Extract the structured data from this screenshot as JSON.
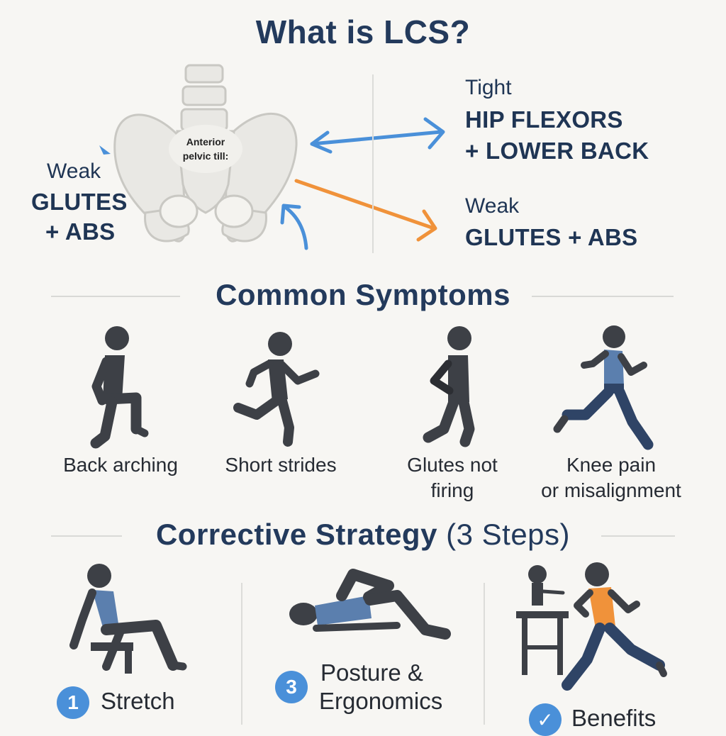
{
  "header": {
    "title": "What is LCS?"
  },
  "pelvis": {
    "label_line1": "Anterior",
    "label_line2": "pelvic till:"
  },
  "left_label": {
    "line1": "Weak",
    "line2": "GLUTES",
    "line3": "+ ABS"
  },
  "right_top": {
    "line1": "Tight",
    "line2": "HIP FLEXORS",
    "line3": "+ LOWER BACK"
  },
  "right_bottom": {
    "line1": "Weak",
    "line2": "GLUTES + ABS"
  },
  "symptoms": {
    "title": "Common Symptoms",
    "items": [
      {
        "line1": "Back arching",
        "line2": ""
      },
      {
        "line1": "Short strides",
        "line2": ""
      },
      {
        "line1": "Glutes not",
        "line2": "firing"
      },
      {
        "line1": "Knee pain",
        "line2": "or misalignment"
      }
    ]
  },
  "strategy": {
    "title_main": "Corrective Strategy",
    "title_sub": "(3 Steps)",
    "steps": [
      {
        "badge": "1",
        "line1": "Stretch",
        "line2": ""
      },
      {
        "badge": "3",
        "line1": "Posture &",
        "line2": "Ergonomics"
      },
      {
        "badge": "✓",
        "line1": "Benefits",
        "line2": ""
      }
    ]
  },
  "colors": {
    "navy": "#1f3554",
    "figure": "#3d4046",
    "accent_blue": "#4a90d9",
    "accent_orange": "#f0923a",
    "shirt_blue": "#5b7fae",
    "shirt_orange": "#f0923a",
    "bone": "#e9e8e4"
  }
}
